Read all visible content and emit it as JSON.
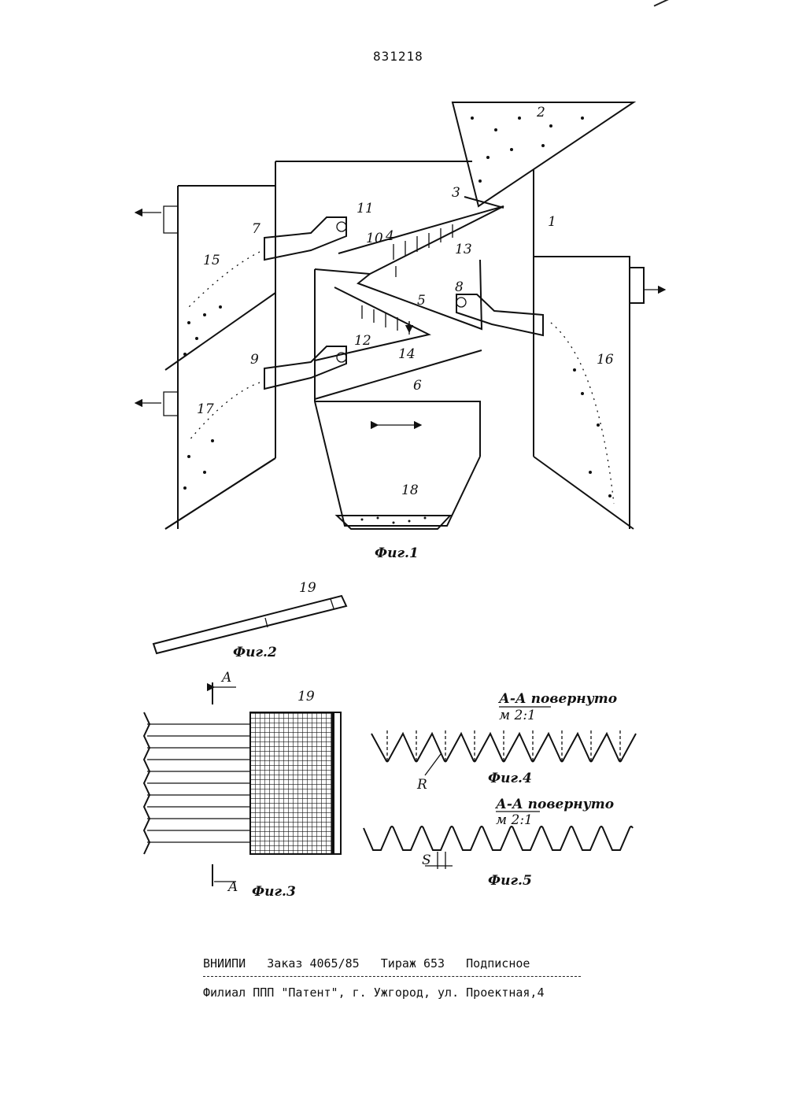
{
  "patent_number": "831218",
  "labels": {
    "n1": "1",
    "n2": "2",
    "n3": "3",
    "n4": "4",
    "n5": "5",
    "n6": "6",
    "n7": "7",
    "n8": "8",
    "n9": "9",
    "n10": "10",
    "n11": "11",
    "n12": "12",
    "n13": "13",
    "n14": "14",
    "n15": "15",
    "n16": "16",
    "n17": "17",
    "n18": "18",
    "n19a": "19",
    "n19b": "19",
    "A_top": "A",
    "A_bottom": "A",
    "R": "R",
    "S": "S"
  },
  "figures": {
    "fig1": "Фиг.1",
    "fig2": "Фиг.2",
    "fig3": "Фиг.3",
    "fig4": "Фиг.4",
    "fig5": "Фиг.5"
  },
  "sections": {
    "fig4_title": "А-А повернуто",
    "fig4_scale": "м 2:1",
    "fig5_title": "А-А повернуто",
    "fig5_scale": "м 2:1"
  },
  "footer": {
    "line1": "ВНИИПИ   Заказ 4065/85   Тираж 653   Подписное",
    "line2": "Филиал ППП \"Патент\", г. Ужгород, ул. Проектная,4"
  }
}
